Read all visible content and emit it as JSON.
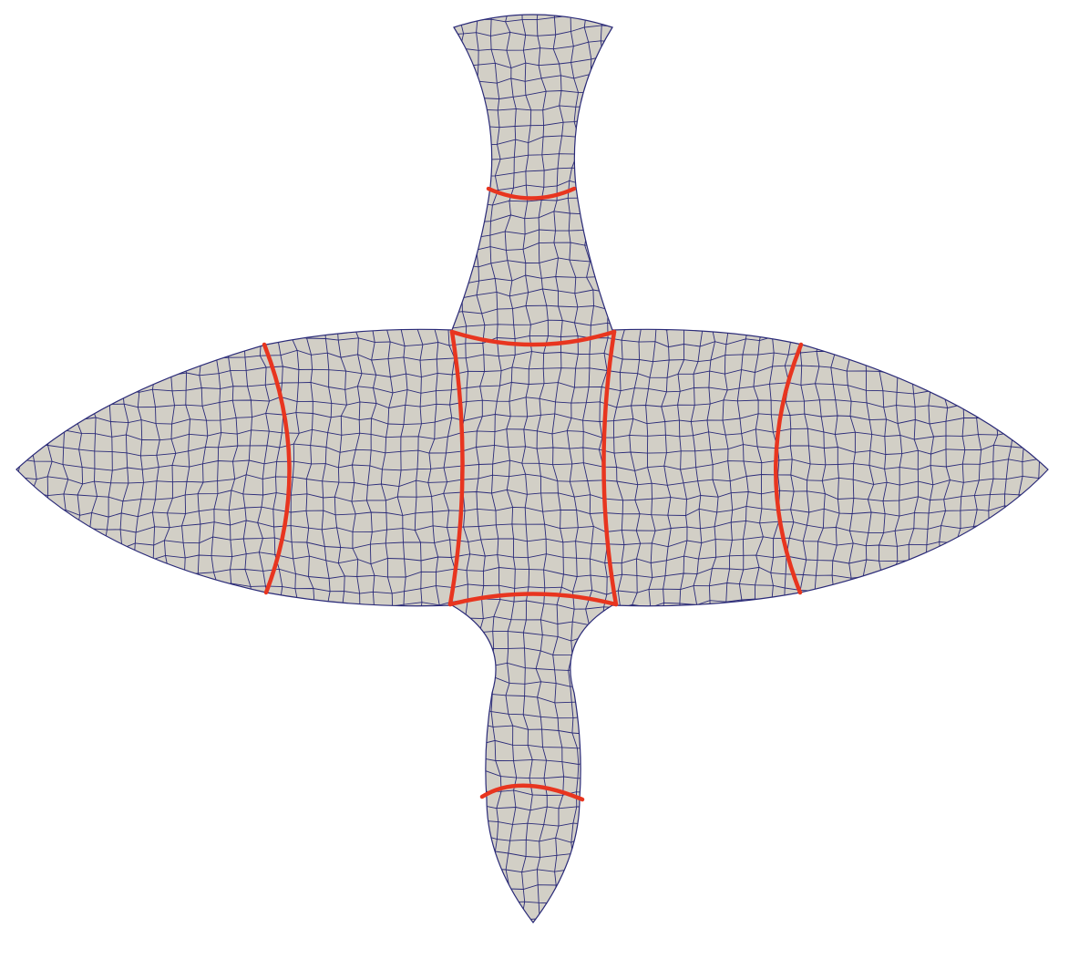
{
  "view": {
    "background_color": "#ffffff",
    "surface_color": "#d2cfc6",
    "mesh_edge_color": "#2a2a78",
    "seam_color": "#e8351f"
  },
  "mesh": {
    "element_type": "quad",
    "regions": [
      "head",
      "upper-neck",
      "left-wing-tip",
      "left-wing-inner",
      "body-center",
      "right-wing-inner",
      "right-wing-tip",
      "lower-body",
      "tail-tip"
    ],
    "seam_count": 8
  }
}
